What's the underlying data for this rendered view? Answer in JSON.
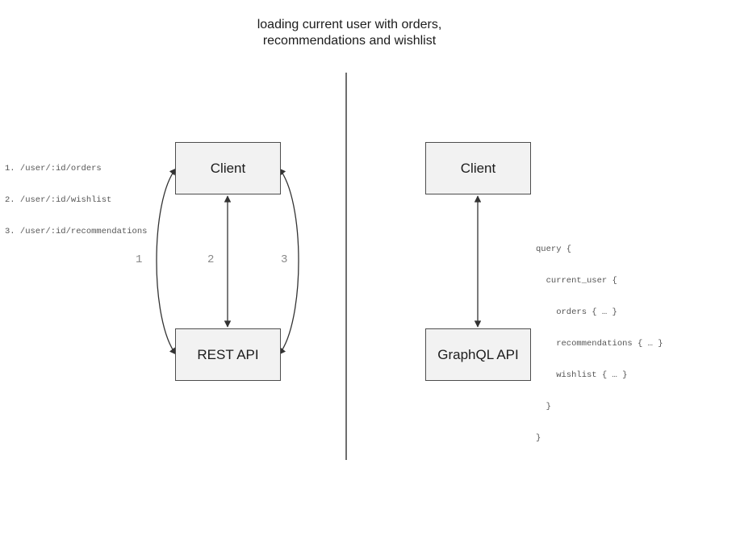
{
  "title": {
    "lines": [
      "loading current user with orders,",
      "recommendations and wishlist"
    ]
  },
  "rest_panel": {
    "endpoint_list": [
      "1. /user/:id/orders",
      "2. /user/:id/wishlist",
      "3. /user/:id/recommendations"
    ],
    "client_box": "Client",
    "api_box": "REST API",
    "arrow_labels": [
      "1",
      "2",
      "3"
    ]
  },
  "graphql_panel": {
    "client_box": "Client",
    "api_box": "GraphQL API",
    "query_lines": [
      "query {",
      "  current_user {",
      "    orders { … }",
      "    recommendations { … }",
      "    wishlist { … }",
      "  }",
      "}"
    ]
  },
  "colors": {
    "box_fill": "#f2f2f2",
    "box_border": "#4d4d4d",
    "arrow": "#333333",
    "arrow_label_gray": "#888888",
    "code_text": "#555555",
    "divider": "#6e6e6e",
    "title_text": "#1c1c1c",
    "background": "#ffffff"
  }
}
